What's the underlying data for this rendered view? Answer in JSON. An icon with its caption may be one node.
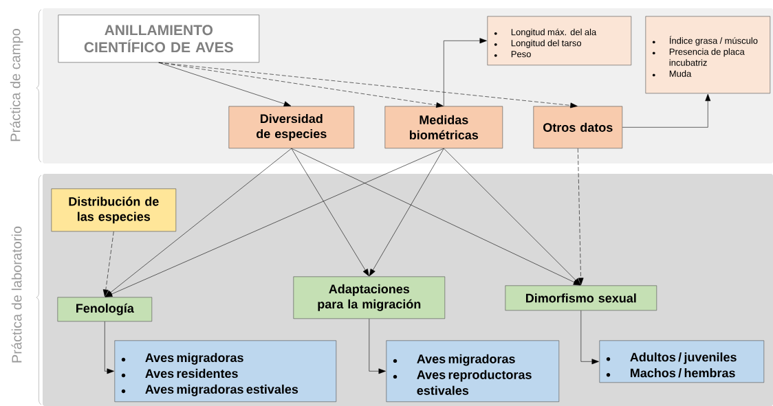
{
  "diagram": {
    "nodes": [
      {
        "text": [
          "Práctica de campo"
        ]
      },
      {
        "text": [
          "Práctica de laboratorio"
        ]
      },
      {
        "text": [
          "ANILLAMIENTO CIENTÍFICO DE AVES"
        ],
        "in": 0
      },
      {
        "text": [
          "Longitud máx. del ala",
          "Longitud del tarso",
          "Peso"
        ],
        "in": 0
      },
      {
        "text": [
          "Índice grasa / músculo",
          "Presencia de placa incubatriz",
          "Muda"
        ],
        "in": 0
      },
      {
        "text": [
          "Diversidad de especies"
        ],
        "in": 0
      },
      {
        "text": [
          "Medidas biométricas"
        ],
        "in": 0
      },
      {
        "text": [
          "Otros datos"
        ],
        "in": 0
      },
      {
        "text": [
          "Distribución de las especies"
        ],
        "in": 1
      },
      {
        "text": [
          "Fenología"
        ],
        "in": 1
      },
      {
        "text": [
          "Adaptaciones para la migración"
        ],
        "in": 1
      },
      {
        "text": [
          "Dimorfismo sexual"
        ],
        "in": 1
      },
      {
        "text": [
          "Aves migradoras",
          "Aves residentes",
          "Aves migradoras estivales"
        ],
        "in": 1
      },
      {
        "text": [
          "Aves migradoras",
          "Aves reproductoras estivales"
        ],
        "in": 1
      },
      {
        "text": [
          "Adultos / juveniles",
          "Machos / hembras"
        ],
        "in": 1
      }
    ],
    "edges": [
      {
        "from": 2,
        "to": 5,
        "arrow": "to"
      },
      {
        "from": 2,
        "to": 6,
        "arrow": "to",
        "style": "dashed"
      },
      {
        "from": 2,
        "to": 7,
        "arrow": "to",
        "style": "dashed"
      },
      {
        "from": 6,
        "to": 3,
        "arrow": "to"
      },
      {
        "from": 7,
        "to": 4,
        "arrow": "to"
      },
      {
        "from": 5,
        "to": 9,
        "arrow": "to"
      },
      {
        "from": 5,
        "to": 10,
        "arrow": "to"
      },
      {
        "from": 5,
        "to": 11,
        "arrow": "to"
      },
      {
        "from": 6,
        "to": 9,
        "arrow": "to"
      },
      {
        "from": 6,
        "to": 10,
        "arrow": "to"
      },
      {
        "from": 6,
        "to": 11,
        "arrow": "to"
      },
      {
        "from": 7,
        "to": 11,
        "arrow": "to",
        "style": "dashed"
      },
      {
        "from": 8,
        "to": 9,
        "arrow": "to",
        "style": "dashed"
      },
      {
        "from": 9,
        "to": 12,
        "arrow": "to"
      },
      {
        "from": 10,
        "to": 13,
        "arrow": "to"
      },
      {
        "from": 11,
        "to": 14,
        "arrow": "to"
      }
    ]
  }
}
